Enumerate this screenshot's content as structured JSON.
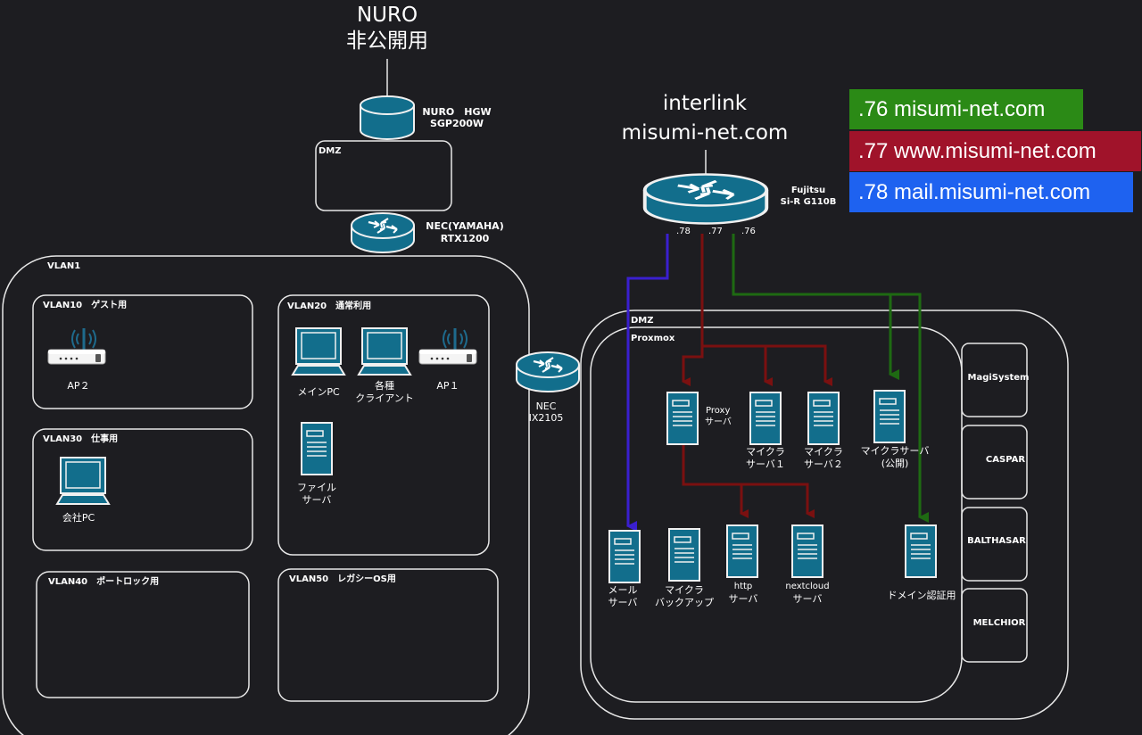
{
  "title": {
    "line1": "NURO",
    "line2": "非公開用"
  },
  "hgw": {
    "label1": "NURO　HGW",
    "label2": "SGP200W"
  },
  "dmz_left": {
    "label": "DMZ"
  },
  "rtx": {
    "label1": "NEC(YAMAHA)",
    "label2": "RTX1200"
  },
  "vlan1": {
    "label": "VLAN1"
  },
  "vlan10": {
    "label": "VLAN10　ゲスト用",
    "ap2": "AP２"
  },
  "vlan20": {
    "label": "VLAN20　通常利用",
    "pc_main": "メインPC",
    "clients_1": "各種",
    "clients_2": "クライアント",
    "ap1": "AP１",
    "file_1": "ファイル",
    "file_2": "サーバ"
  },
  "vlan30": {
    "label": "VLAN30　仕事用",
    "company_pc": "会社PC"
  },
  "vlan40": {
    "label": "VLAN40　ポートロック用"
  },
  "vlan50": {
    "label": "VLAN50　レガシーOS用"
  },
  "ix": {
    "label1": "NEC",
    "label2": "IX2105"
  },
  "interlink": {
    "line1": "interlink",
    "line2": "misumi-net.com"
  },
  "fujitsu": {
    "label1": "Fujitsu",
    "label2": "Si-R G110B"
  },
  "ports": {
    "p78": ".78",
    "p77": ".77",
    "p76": ".76"
  },
  "legend": [
    {
      "text": ".76 misumi-net.com",
      "color": "#2b8a16"
    },
    {
      "text": ".77 www.misumi-net.com",
      "color": "#a0132a"
    },
    {
      "text": ".78 mail.misumi-net.com",
      "color": "#1e62f0"
    }
  ],
  "dmz_right": {
    "label": "DMZ"
  },
  "proxmox": {
    "label": "Proxmox"
  },
  "servers": {
    "proxy_1": "Proxy",
    "proxy_2": "サーバ",
    "mc1_1": "マイクラ",
    "mc1_2": "サーバ１",
    "mc2_1": "マイクラ",
    "mc2_2": "サーバ２",
    "mcpub_1": "マイクラサーバ",
    "mcpub_2": "(公開)",
    "mail_1": "メール",
    "mail_2": "サーバ",
    "backup_1": "マイクラ",
    "backup_2": "バックアップ",
    "http_1": "http",
    "http_2": "サーバ",
    "nc_1": "nextcloud",
    "nc_2": "サーバ",
    "domain_auth": "ドメイン認証用"
  },
  "side_boxes": [
    "MagiSystem",
    "CASPAR",
    "BALTHASAR",
    "MELCHIOR"
  ],
  "colors": {
    "line_green": "#1e6a12",
    "line_red": "#7a1010",
    "line_blue": "#3a1fcf",
    "device_fill": "#126e8c",
    "outline": "#e8e8e8"
  }
}
